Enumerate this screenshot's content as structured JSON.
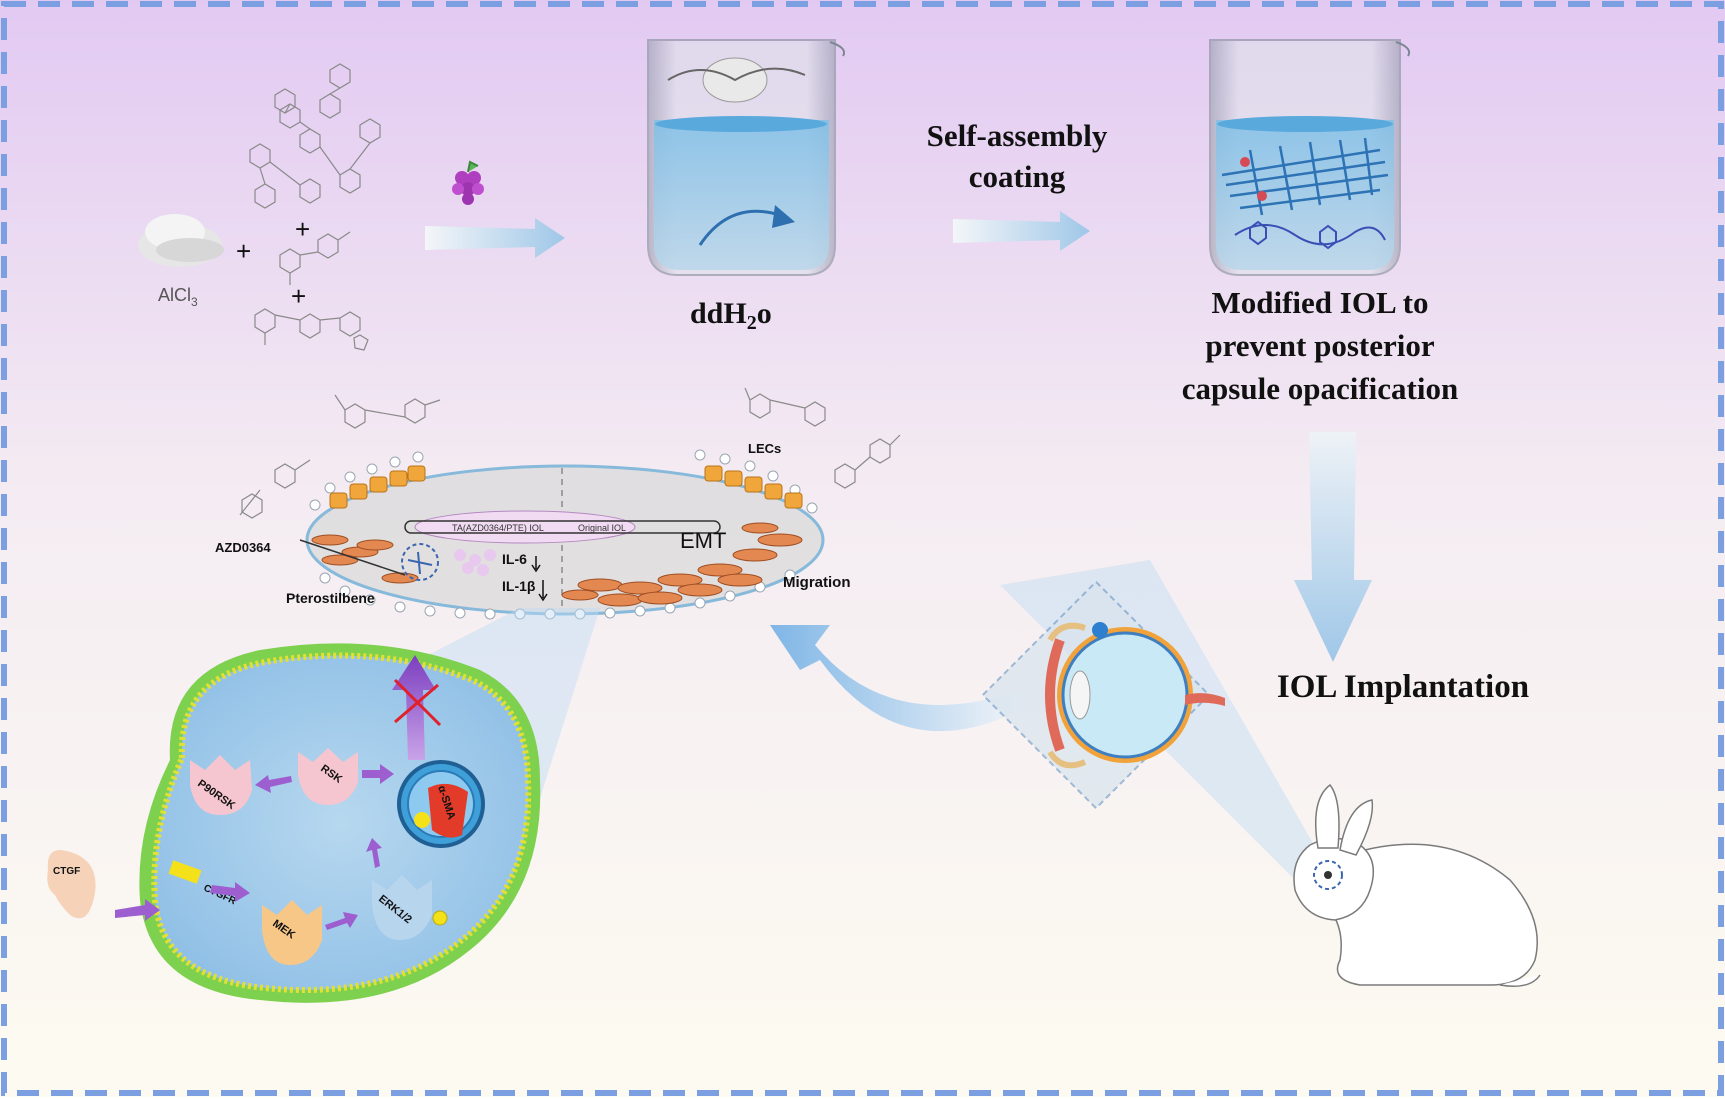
{
  "labels": {
    "alcl3": "AlCl",
    "alcl3_sub": "3",
    "plus": "+",
    "ddh2o_main": "ddH",
    "ddh2o_sub": "2",
    "ddh2o_end": "o",
    "self_assembly_line1": "Self-assembly",
    "self_assembly_line2": "coating",
    "modified_line1": "Modified IOL to",
    "modified_line2": "prevent posterior",
    "modified_line3": "capsule opacification",
    "iol_implantation": "IOL Implantation",
    "lecs": "LECs",
    "azd0364": "AZD0364",
    "pterostilbene": "Pterostilbene",
    "migration": "Migration",
    "emt": "EMT",
    "ta_iol": "TA(AZD0364/PTE) IOL",
    "original_iol": "Original IOL",
    "il6": "IL-6",
    "il1b": "IL-1β"
  },
  "pathway": {
    "ctgf": "CTGF",
    "ctgfr": "CTGFR",
    "mek": "MEK",
    "erk": "ERK1/2",
    "rsk": "RSK",
    "p90rsk": "P90RSK",
    "sma": "α-SMA"
  },
  "colors": {
    "bg_top": "#e4cdf2",
    "bg_bottom": "#fdfbf2",
    "border": "#7b9fe0",
    "arrow": "#a9cce9",
    "cell_fill": "#a9cfeb",
    "membrane": "#e3e034",
    "lec": "#f0a63a",
    "fibro": "#e48852",
    "protein_pink": "#f5c6d0",
    "protein_orange": "#f7c787",
    "protein_blue": "#b8d5ee",
    "nucleus": "#3f9fd8",
    "sma_red": "#e23b2a",
    "pathway_arrow": "#9d5fd0"
  }
}
